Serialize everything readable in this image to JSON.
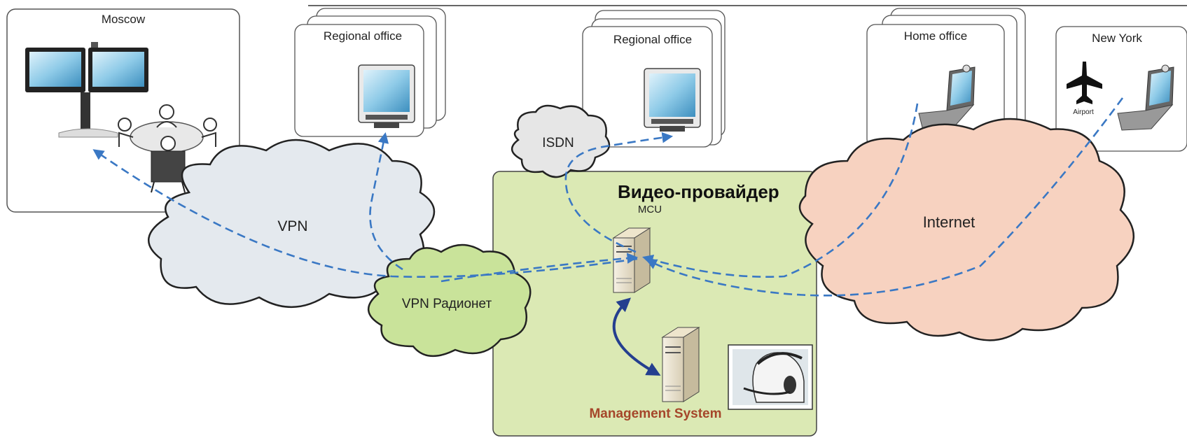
{
  "labels": {
    "moscow": "Moscow",
    "regional_office_left": "Regional office",
    "regional_office_center": "Regional office",
    "home_office": "Home office",
    "new_york": "New York",
    "airport": "Airport",
    "vpn": "VPN",
    "vpn_radionet": "VPN Радионет",
    "isdn": "ISDN",
    "video_provider": "Видео-провайдер",
    "mcu": "MCU",
    "internet": "Internet",
    "management_system": "Management System"
  },
  "colors": {
    "green_zone": "#dbe9b4",
    "vpn_cloud": "#e4e9ee",
    "radionet_cloud": "#c9e39a",
    "isdn_cloud": "#e6e6e6",
    "internet_cloud": "#f7d2c0",
    "connection_line": "#3a78c4",
    "management_arrow": "#243f8f",
    "management_text": "#a5462a"
  },
  "icons": {
    "telepresence": "dual-screen-telepresence-icon",
    "meeting": "meeting-table-icon",
    "monitor": "video-monitor-icon",
    "laptop": "laptop-icon",
    "airplane": "airplane-icon",
    "server": "server-icon",
    "operator": "headset-operator-icon"
  }
}
